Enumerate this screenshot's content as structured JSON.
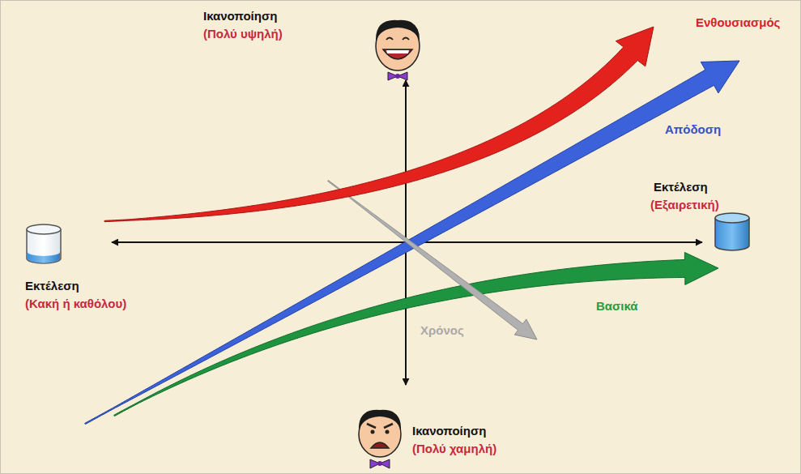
{
  "diagram": {
    "labels": [
      "Ικανοποίηση",
      "(Πολύ υψηλή)",
      "Ενθουσιασμός",
      "Απόδοση",
      "Εκτέλεση",
      "(Εξαιρετική)",
      "Εκτέλεση",
      "(Κακή ή καθόλου)",
      "Χρόνος",
      "Βασικά",
      "Ικανοποίηση",
      "(Πολύ χαμηλή)"
    ]
  }
}
